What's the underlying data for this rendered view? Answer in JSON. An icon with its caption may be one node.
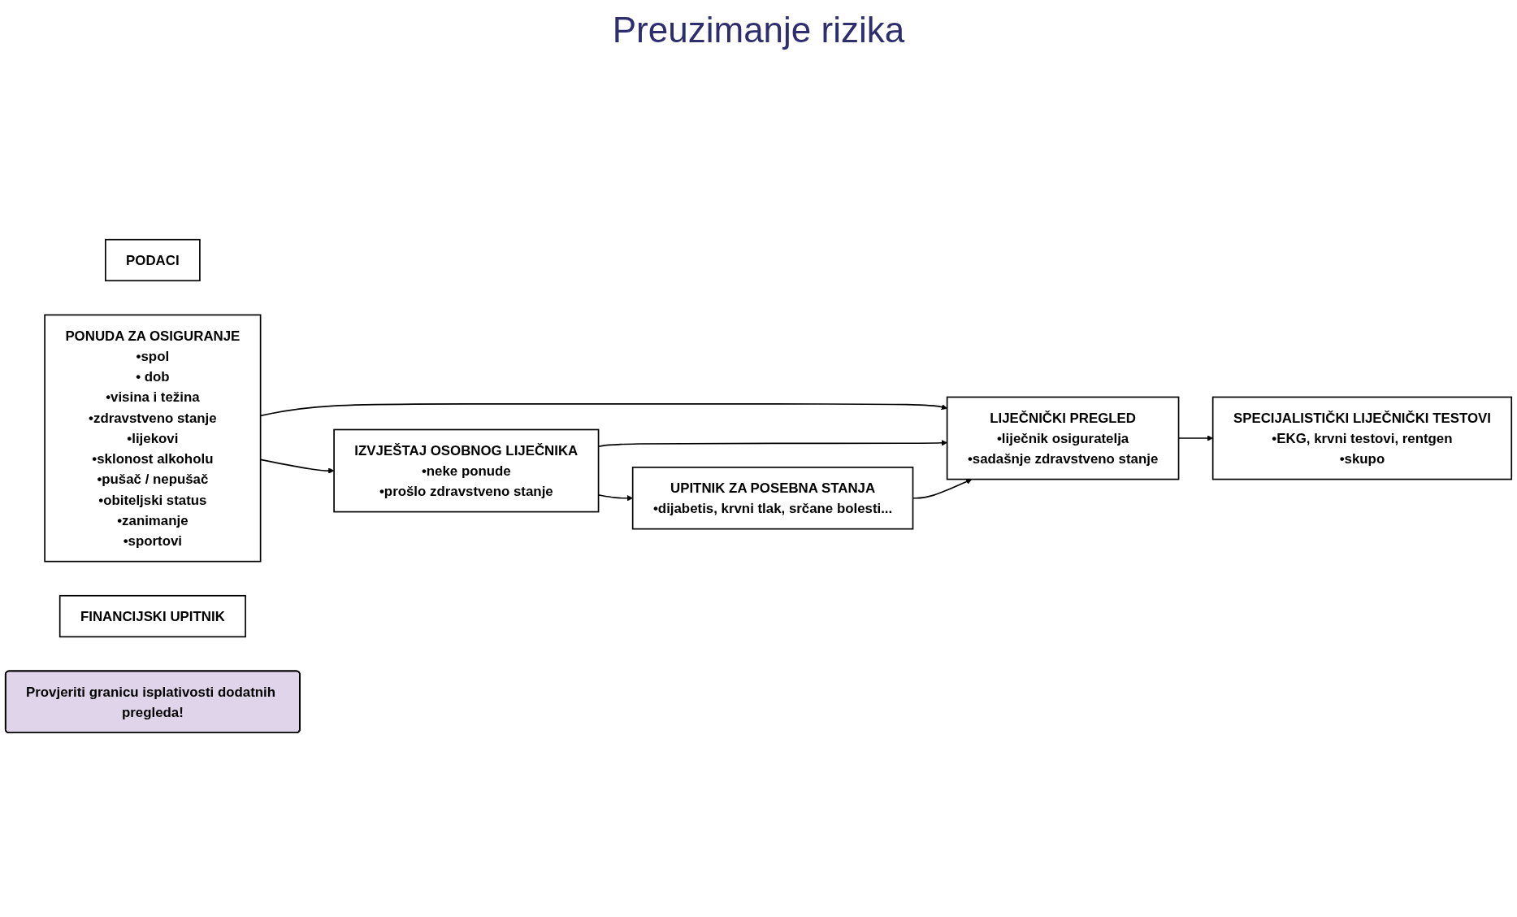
{
  "diagram": {
    "title": "Preuzimanje rizika",
    "nodes": [
      {
        "text": [
          "PODACI"
        ]
      },
      {
        "text": [
          "PONUDA ZA OSIGURANJE",
          "•spol",
          "• dob",
          "•visina  i težina",
          "•zdravstveno stanje",
          "•lijekovi",
          "•sklonost alkoholu",
          "•pušač /  nepušač",
          "•obiteljski status",
          "•zanimanje",
          "•sportovi"
        ]
      },
      {
        "text": [
          "IZVJEŠTAJ OSOBNOG LIJEČNIKA",
          "•neke ponude",
          "•prošlo zdravstveno stanje"
        ]
      },
      {
        "text": [
          "UPITNIK ZA POSEBNA STANJA",
          "•dijabetis, krvni tlak, srčane bolesti..."
        ]
      },
      {
        "text": [
          "LIJEČNIČKI PREGLED",
          "•liječnik osiguratelja",
          "•sadašnje zdravstveno stanje"
        ]
      },
      {
        "text": [
          "SPECIJALISTIČKI LIJEČNIČKI TESTOVI",
          "•EKG, krvni testovi, rentgen",
          "•skupo"
        ]
      },
      {
        "text": [
          "FINANCIJSKI UPITNIK"
        ]
      },
      {
        "text": [
          "Provjeriti granicu isplativosti dodatnih pregleda!"
        ]
      }
    ],
    "edges": [
      {
        "from": 1,
        "to": 2,
        "arrow": "to"
      },
      {
        "from": 1,
        "to": 4,
        "arrow": "to"
      },
      {
        "from": 2,
        "to": 3,
        "arrow": "to"
      },
      {
        "from": 2,
        "to": 4,
        "arrow": "to"
      },
      {
        "from": 3,
        "to": 4,
        "arrow": "to"
      },
      {
        "from": 4,
        "to": 5,
        "arrow": "to"
      }
    ]
  }
}
